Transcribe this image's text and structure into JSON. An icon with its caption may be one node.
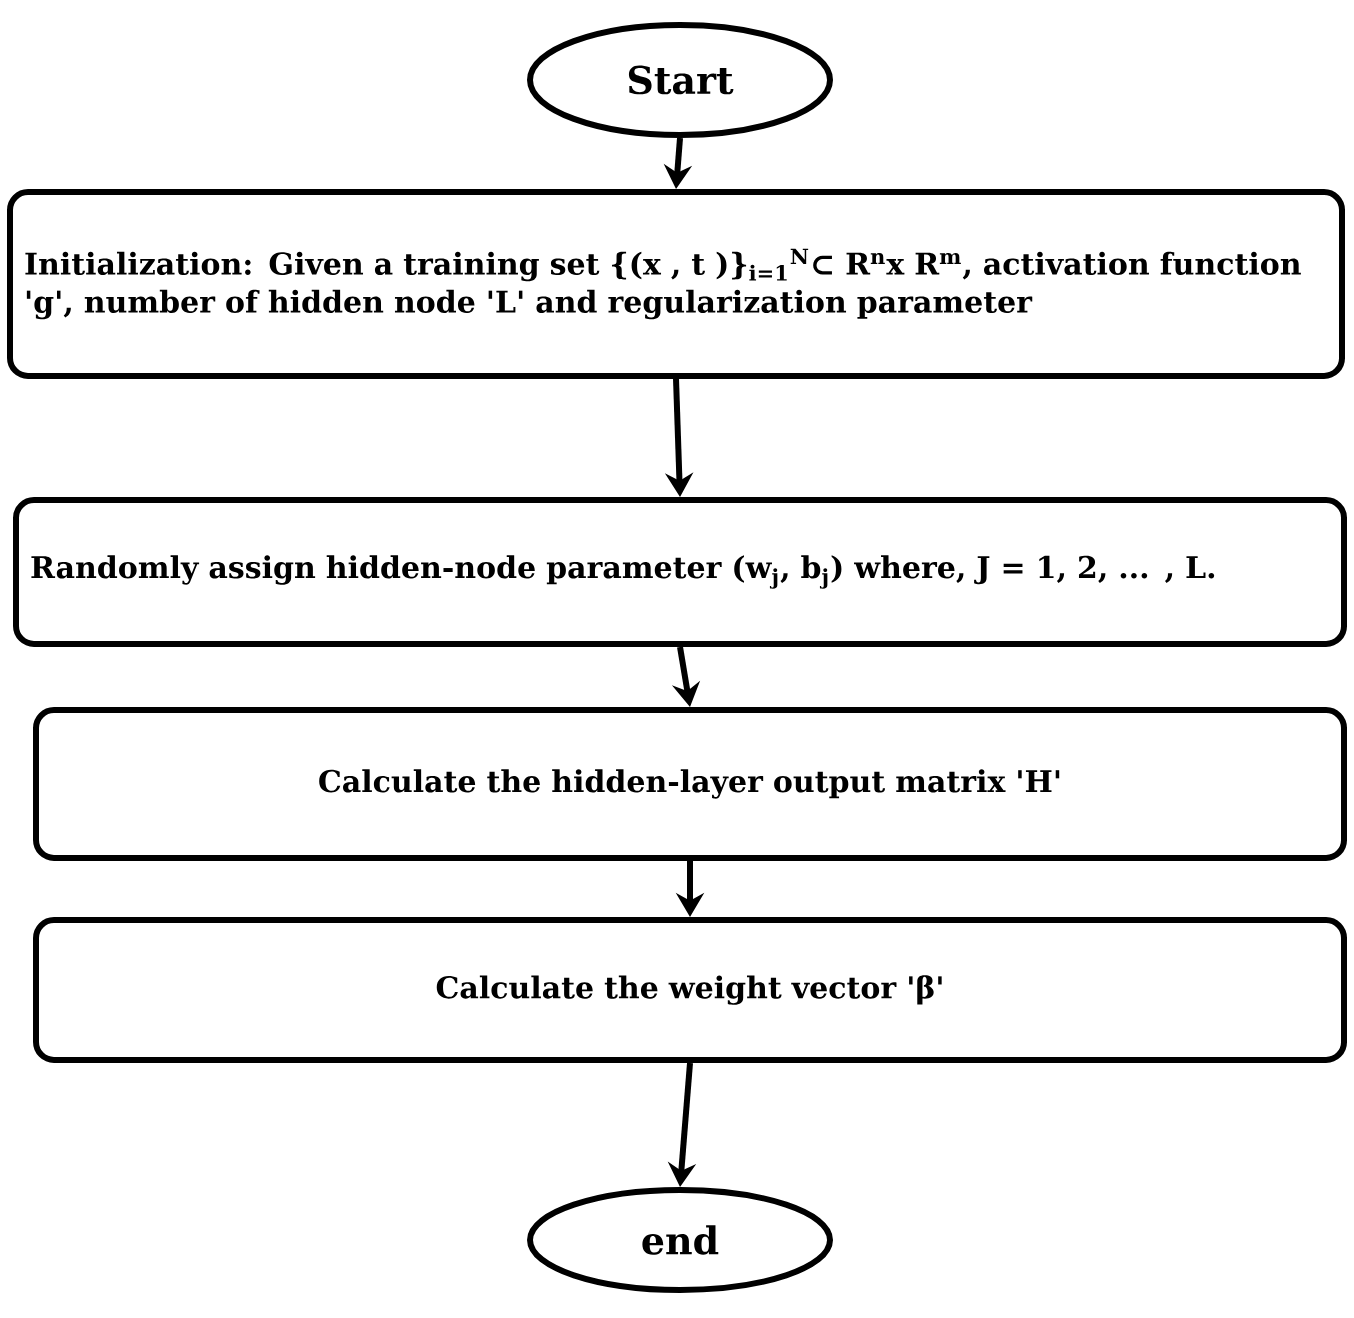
{
  "diagram": {
    "nodes": [
      {
        "text": [
          "Start"
        ]
      },
      {
        "text": [
          "Initialization: Given a training set {(x , t )}$_{i=1}$$^{N}$⊂ R$^{n}$x R$^{m}$, activation function 'g', number of hidden node 'L' and regularization parameter"
        ]
      },
      {
        "text": [
          "Randomly assign hidden-node parameter (w$_{j}$, b$_{j}$) where, J = 1, 2, ... , L."
        ]
      },
      {
        "text": [
          "Calculate the hidden-layer output matrix 'H'"
        ]
      },
      {
        "text": [
          "Calculate the weight vector 'β'"
        ]
      },
      {
        "text": [
          "end"
        ]
      }
    ],
    "edges": [
      {
        "from": 0,
        "to": 1,
        "arrow": "to"
      },
      {
        "from": 1,
        "to": 2,
        "arrow": "to"
      },
      {
        "from": 2,
        "to": 3,
        "arrow": "to"
      },
      {
        "from": 3,
        "to": 4,
        "arrow": "to"
      },
      {
        "from": 4,
        "to": 5,
        "arrow": "to"
      }
    ]
  }
}
